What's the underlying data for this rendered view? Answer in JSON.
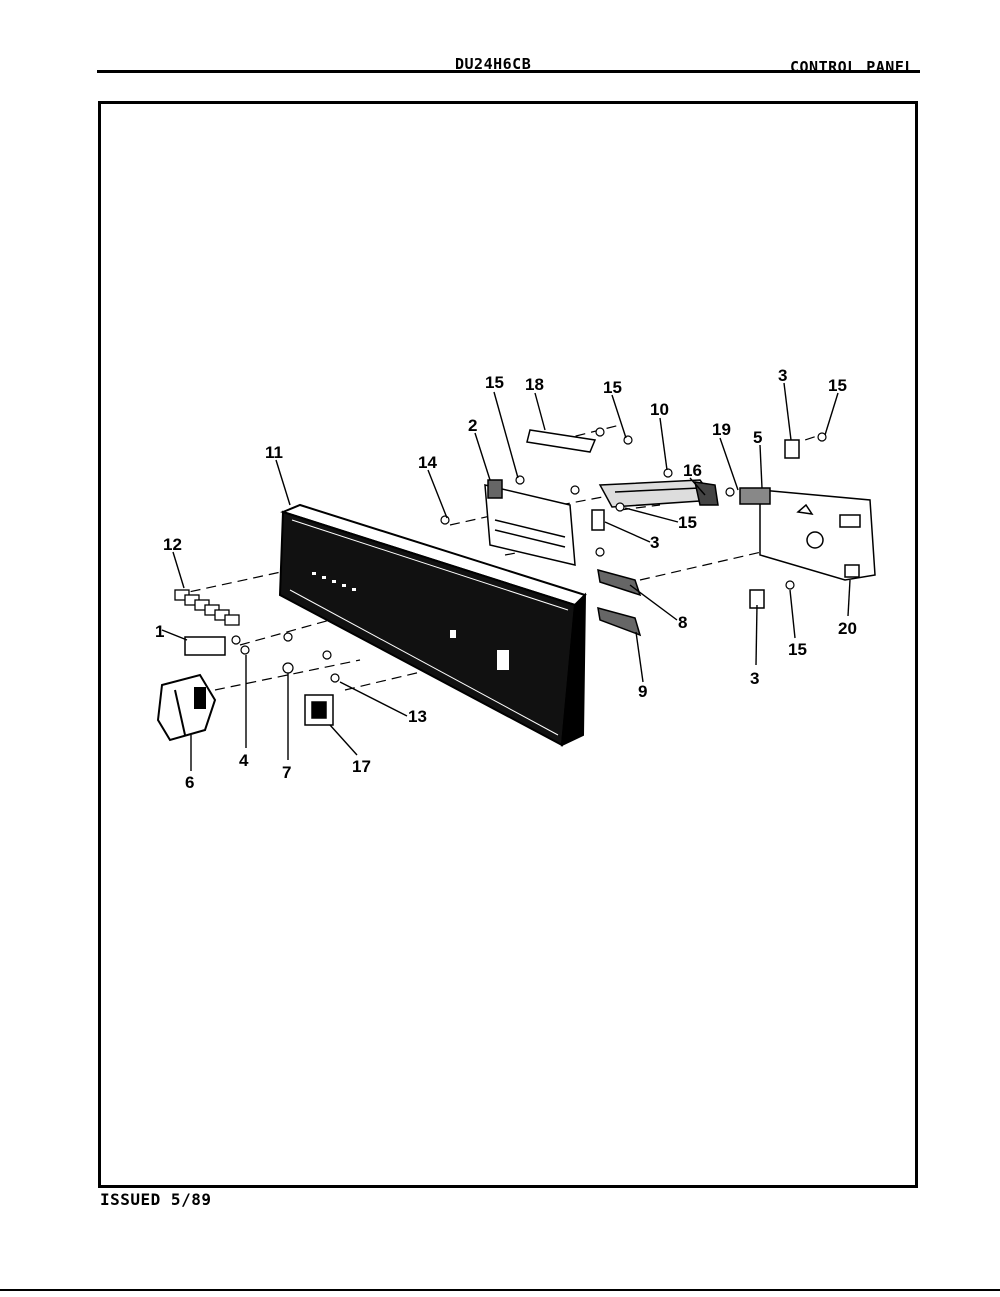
{
  "header": {
    "model": "DU24H6CB",
    "section": "CONTROL PANEL"
  },
  "footer": {
    "issued": "ISSUED 5/89"
  },
  "callouts": [
    "15",
    "18",
    "15",
    "10",
    "3",
    "15",
    "2",
    "11",
    "14",
    "19",
    "5",
    "16",
    "15",
    "3",
    "12",
    "8",
    "20",
    "1",
    "15",
    "9",
    "3",
    "13",
    "4",
    "7",
    "17",
    "6"
  ]
}
